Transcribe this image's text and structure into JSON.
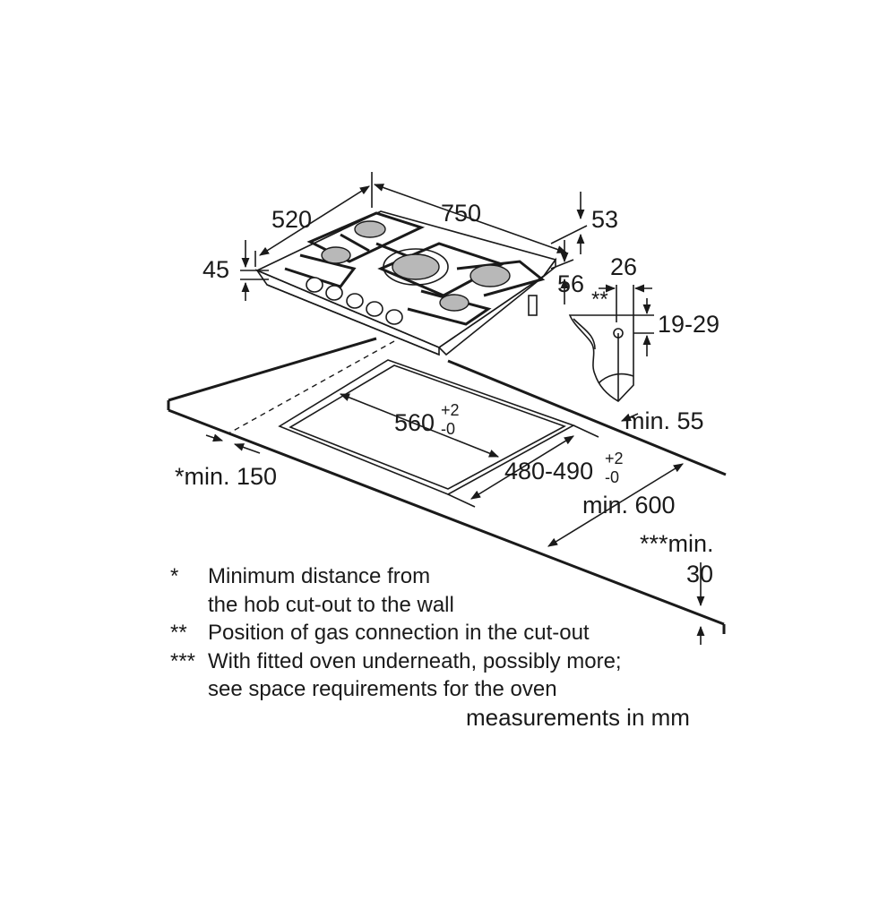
{
  "dimensions": {
    "width_750": "750",
    "depth_520": "520",
    "height_45": "45",
    "right_53": "53",
    "right_56": "56",
    "conn_26": "26",
    "conn_stars": "**",
    "conn_1929": "19-29",
    "min_55": "min. 55",
    "cut_560": "560",
    "cut_560_tol_plus": "+2",
    "cut_560_tol_minus": "-0",
    "cut_480": "480-490",
    "cut_480_tol_plus": "+2",
    "cut_480_tol_minus": "-0",
    "min_600": "min. 600",
    "min_150": "*min. 150",
    "min_30_line1": "***min.",
    "min_30_line2": "30"
  },
  "notes": [
    {
      "mark": "*",
      "lines": [
        "Minimum distance from",
        "the hob cut-out to the wall"
      ]
    },
    {
      "mark": "**",
      "lines": [
        "Position of gas connection in the cut-out"
      ]
    },
    {
      "mark": "***",
      "lines": [
        "With fitted oven underneath, possibly more;",
        "see space requirements for the oven"
      ]
    }
  ],
  "units_note": "measurements in mm"
}
